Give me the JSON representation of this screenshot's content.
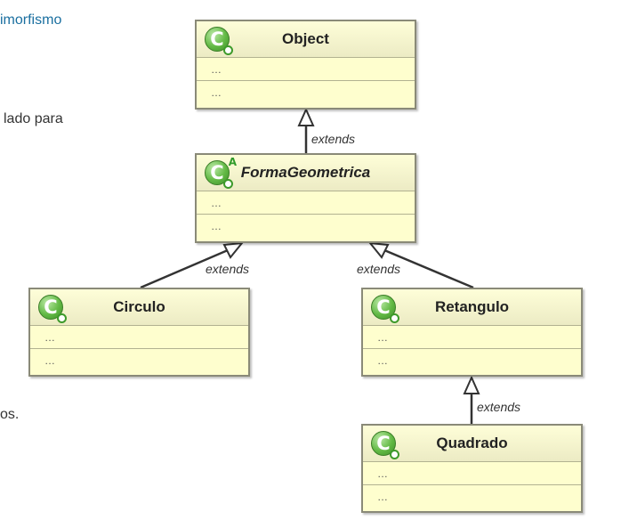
{
  "background_text": {
    "line1": "imorfismo",
    "line2": "lado para",
    "line3": "os."
  },
  "edge_label": "extends",
  "classes": {
    "object": {
      "name": "Object",
      "icon_letter": "C",
      "fields": "…",
      "methods": "…"
    },
    "forma": {
      "name": "FormaGeometrica",
      "icon_letter": "C",
      "abstract_mark": "A",
      "fields": "…",
      "methods": "…"
    },
    "circulo": {
      "name": "Circulo",
      "icon_letter": "C",
      "fields": "…",
      "methods": "…"
    },
    "retangulo": {
      "name": "Retangulo",
      "icon_letter": "C",
      "fields": "…",
      "methods": "…"
    },
    "quadrado": {
      "name": "Quadrado",
      "icon_letter": "C",
      "fields": "…",
      "methods": "…"
    }
  },
  "colors": {
    "link": "#1a6fa0",
    "box_fill": "#fefece",
    "box_border": "#8a8a78",
    "icon_green": "#62b944",
    "line": "#333333"
  }
}
